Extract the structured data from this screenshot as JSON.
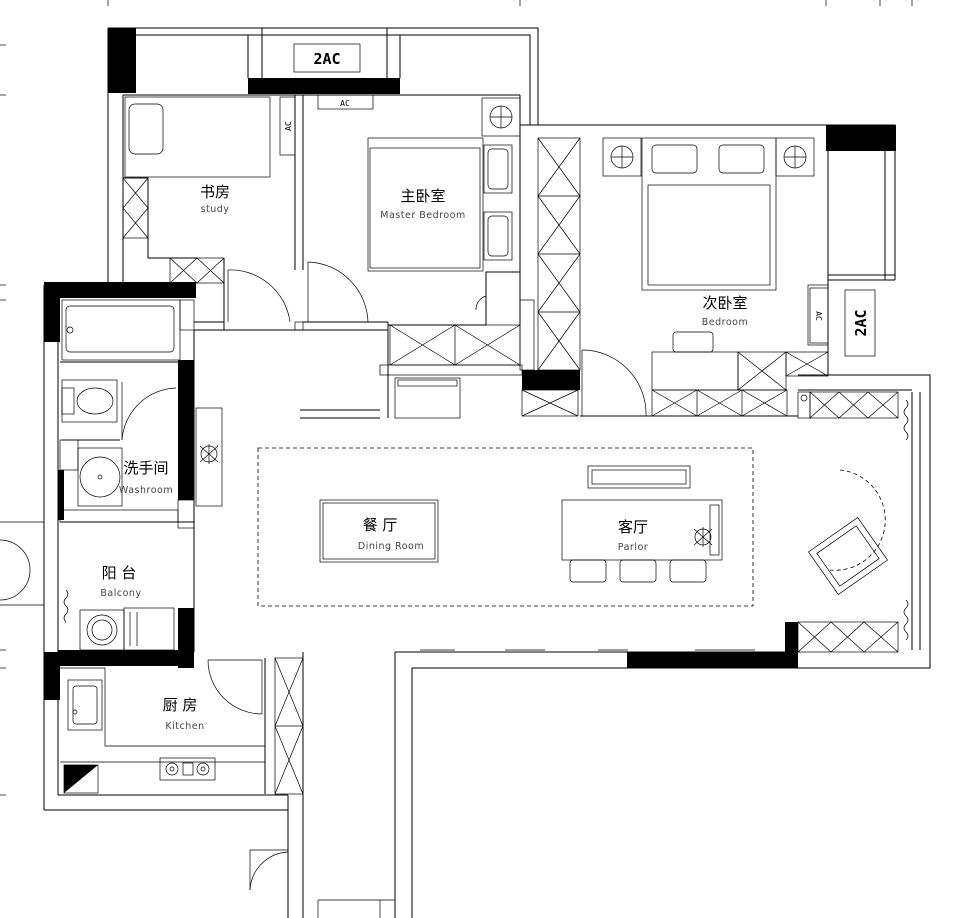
{
  "rooms": {
    "study": {
      "zh": "书房",
      "en": "study"
    },
    "master_bedroom": {
      "zh": "主卧室",
      "en": "Master Bedroom"
    },
    "bedroom": {
      "zh": "次卧室",
      "en": "Bedroom"
    },
    "washroom": {
      "zh": "洗手间",
      "en": "Washroom"
    },
    "balcony": {
      "zh": "阳 台",
      "en": "Balcony"
    },
    "dining_room": {
      "zh": "餐 厅",
      "en": "Dining Room"
    },
    "parlor": {
      "zh": "客厅",
      "en": "Parlor"
    },
    "kitchen": {
      "zh": "厨 房",
      "en": "Kitchen"
    }
  },
  "units": {
    "ac_top_large": "2AC",
    "ac_top_small": "AC",
    "ac_study": "AC",
    "ac_bedroom_small": "AC",
    "ac_right_large": "2AC"
  }
}
